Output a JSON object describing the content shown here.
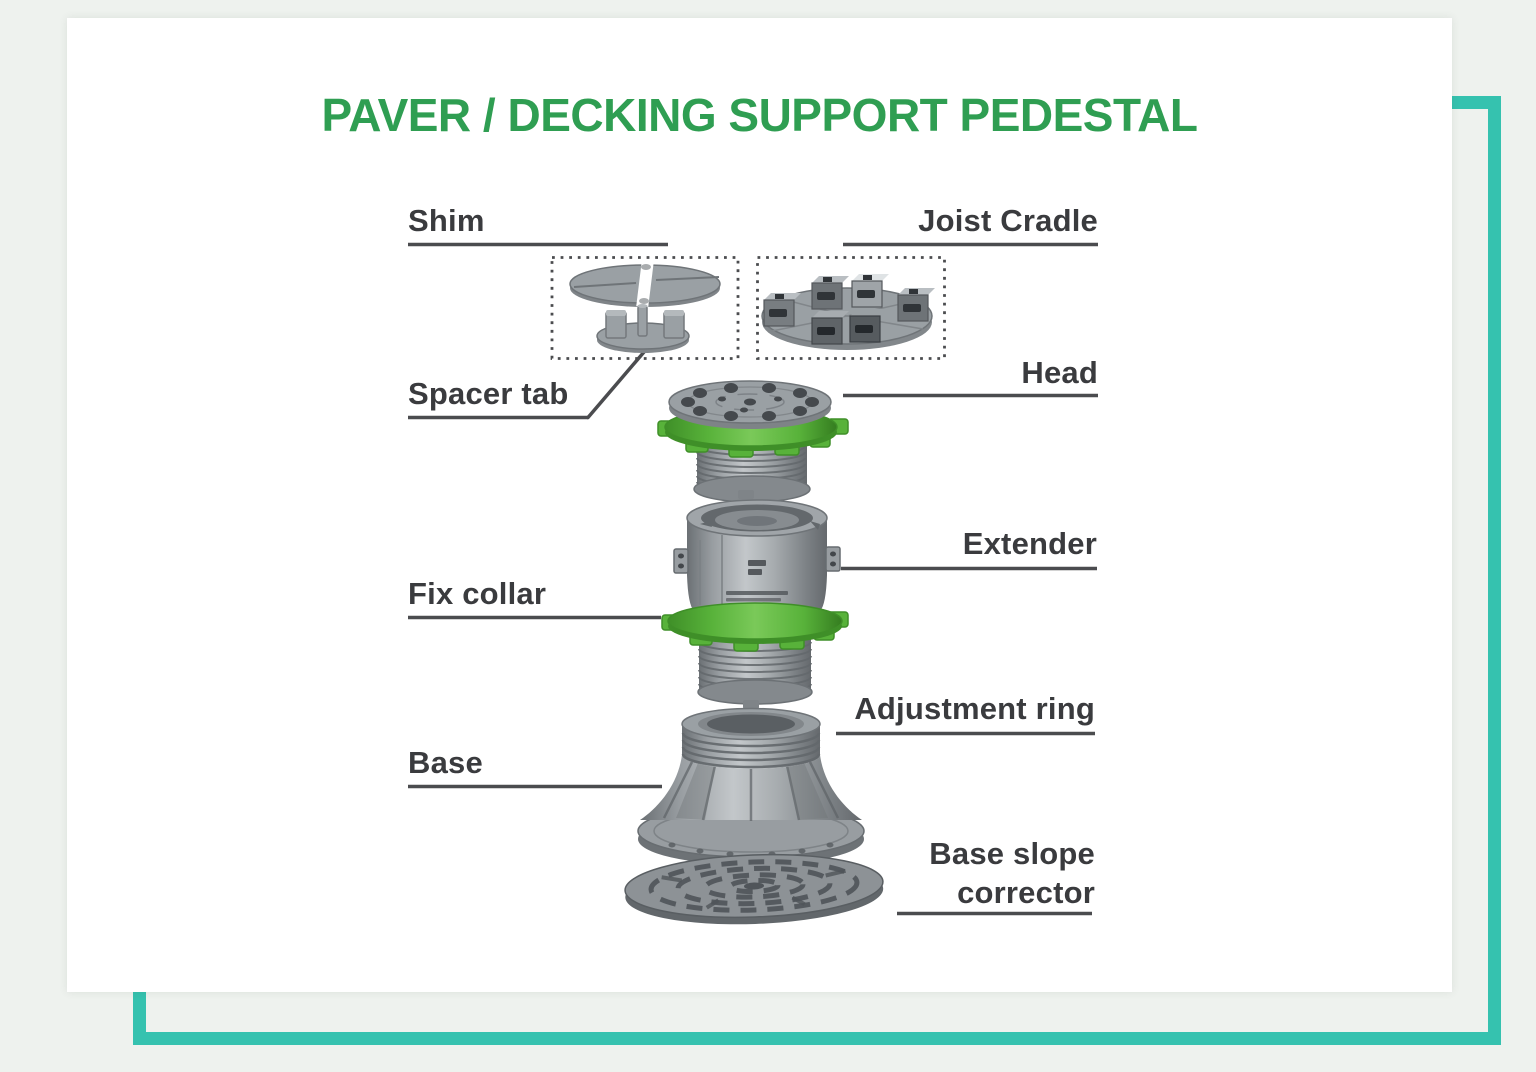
{
  "page": {
    "title": "PAVER / DECKING SUPPORT PEDESTAL"
  },
  "labels": {
    "shim": "Shim",
    "joist_cradle": "Joist Cradle",
    "spacer_tab": "Spacer tab",
    "head": "Head",
    "extender": "Extender",
    "fix_collar": "Fix collar",
    "adjustment_ring": "Adjustment ring",
    "base": "Base",
    "base_slope_corrector_line1": "Base slope",
    "base_slope_corrector_line2": "corrector"
  },
  "colors": {
    "page_background": "#eef2ee",
    "card_white": "#ffffff",
    "frame_teal": "#35c2af",
    "title_green": "#2f9e52",
    "label_text": "#3a3b3e",
    "line_color": "#4b4c4f",
    "ring_green": "#58b23a",
    "ring_green_dark": "#3f8f28",
    "metal_grey": "#9aa0a4",
    "metal_grey_dark": "#6f7478"
  }
}
